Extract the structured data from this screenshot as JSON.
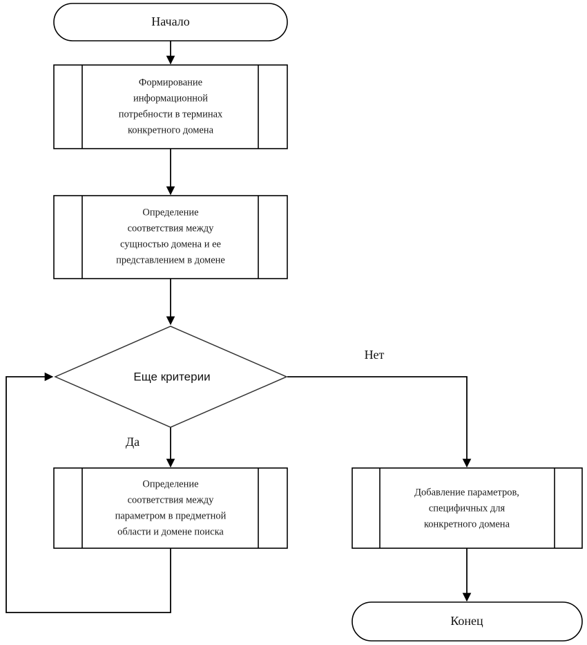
{
  "diagram": {
    "type": "flowchart",
    "language": "ru",
    "colors": {
      "background": "#ffffff",
      "stroke": "#000000",
      "diamond_stroke": "#333333",
      "text": "#111111"
    },
    "nodes": {
      "start": {
        "shape": "terminator",
        "label": "Начало"
      },
      "process1": {
        "shape": "predefined-process",
        "lines": [
          "Формирование",
          "информационной",
          "потребности в терминах",
          "конкретного домена"
        ]
      },
      "process2": {
        "shape": "predefined-process",
        "lines": [
          "Определение",
          "соответствия между",
          "сущностью домена и ее",
          "представлением в домене"
        ]
      },
      "decision": {
        "shape": "diamond",
        "label": "Еще критерии"
      },
      "process3": {
        "shape": "predefined-process",
        "lines": [
          "Определение",
          "соответствия между",
          "параметром в предметной",
          "области и домене поиска"
        ]
      },
      "process4": {
        "shape": "predefined-process",
        "lines": [
          "Добавление параметров,",
          "специфичных для",
          "конкретного домена"
        ]
      },
      "end": {
        "shape": "terminator",
        "label": "Конец"
      }
    },
    "edge_labels": {
      "yes": "Да",
      "no": "Нет"
    },
    "edges": [
      {
        "from": "start",
        "to": "process1",
        "label": ""
      },
      {
        "from": "process1",
        "to": "process2",
        "label": ""
      },
      {
        "from": "process2",
        "to": "decision",
        "label": ""
      },
      {
        "from": "decision",
        "to": "process3",
        "label": "Да"
      },
      {
        "from": "decision",
        "to": "process4",
        "label": "Нет"
      },
      {
        "from": "process3",
        "to": "decision",
        "label": ""
      },
      {
        "from": "process4",
        "to": "end",
        "label": ""
      }
    ]
  }
}
